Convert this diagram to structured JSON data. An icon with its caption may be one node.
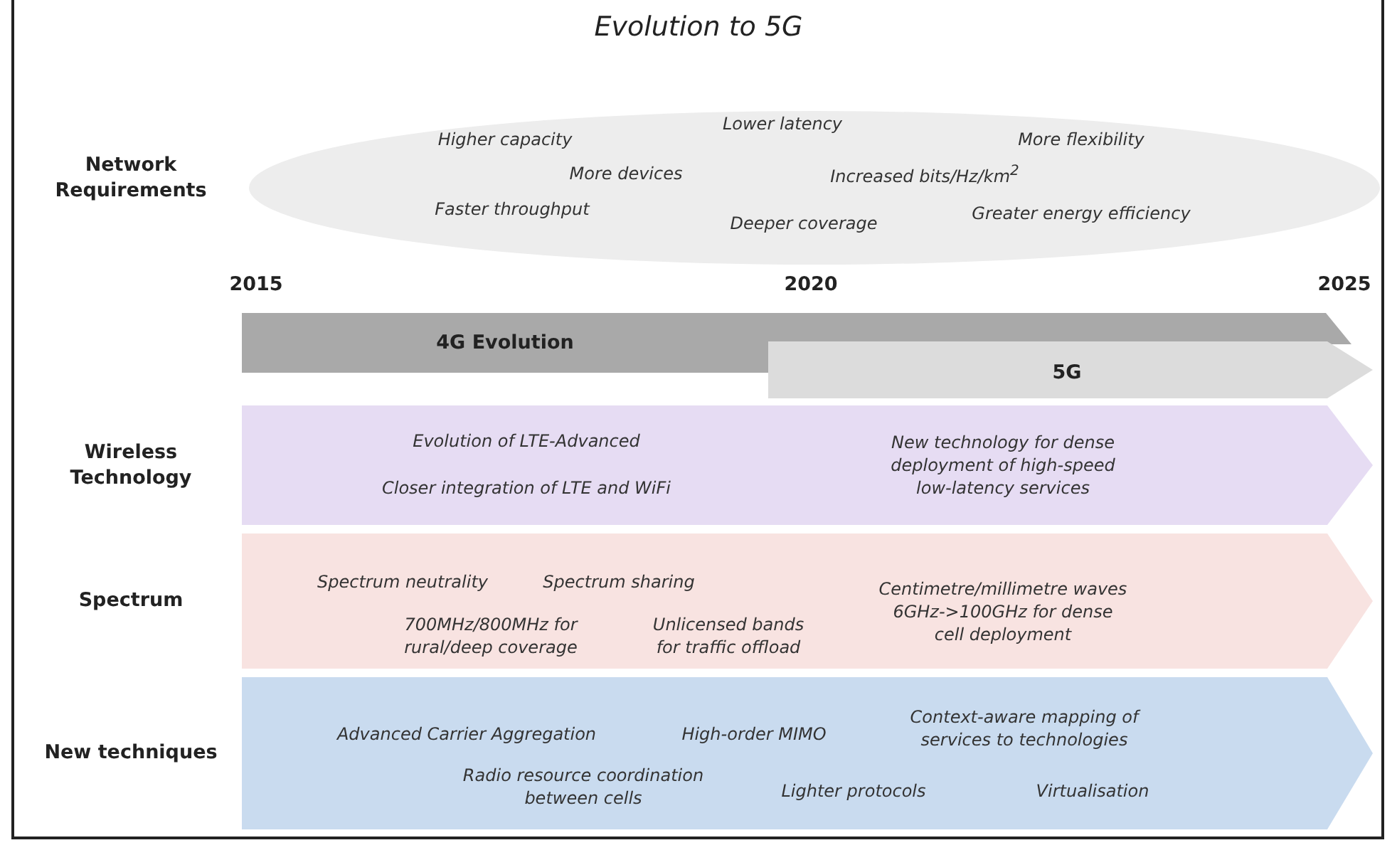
{
  "diagram": {
    "title": "Evolution to 5G",
    "nodes": [
      {
        "text": [
          "Network Requirements",
          "Higher capacity",
          "More devices",
          "Faster throughput",
          "Lower latency",
          "Increased bits/Hz/km$^{2}$",
          "Deeper coverage",
          "More flexibility",
          "Greater energy efficiency"
        ]
      },
      {
        "text": [
          "4G Evolution"
        ]
      },
      {
        "text": [
          "5G"
        ]
      },
      {
        "text": [
          "Wireless Technology",
          "Evolution of LTE-Advanced",
          "Closer integration of LTE and WiFi",
          "New technology for dense deployment of high-speed low-latency services"
        ]
      },
      {
        "text": [
          "Spectrum",
          "Spectrum neutrality",
          "Spectrum sharing",
          "700MHz/800MHz for rural/deep coverage",
          "Unlicensed bands for traffic offload",
          "Centimetre/millimetre waves 6GHz->100GHz for dense cell deployment"
        ]
      },
      {
        "text": [
          "New techniques",
          "Advanced Carrier Aggregation",
          "High-order MIMO",
          "Context-aware mapping of services to technologies",
          "Radio resource coordination between cells",
          "Lighter protocols",
          "Virtualisation"
        ]
      }
    ],
    "labels": [
      "2015",
      "2020",
      "2025"
    ]
  }
}
